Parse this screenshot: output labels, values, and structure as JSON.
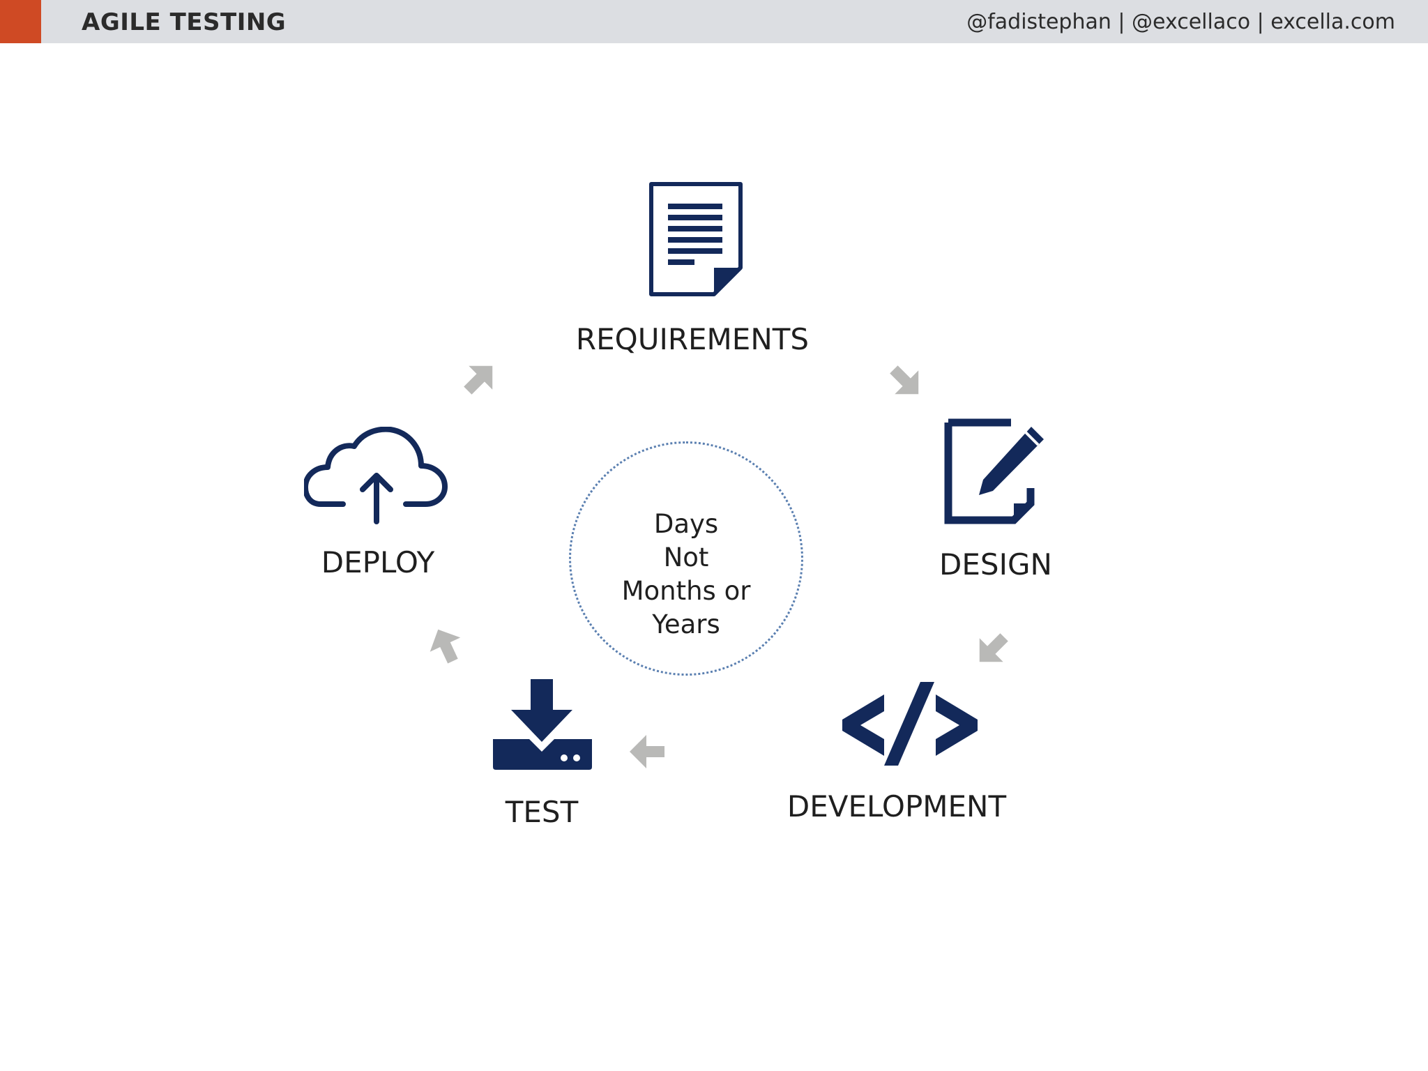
{
  "header": {
    "title": "AGILE TESTING",
    "credits": "@fadistephan | @excellaco | excella.com",
    "accent_color": "#cf4a24",
    "background_color": "#dcdee2"
  },
  "cycle": {
    "icon_color": "#13295a",
    "arrow_color": "#b9b9b7",
    "stages": [
      {
        "label": "REQUIREMENTS",
        "icon": "document-icon"
      },
      {
        "label": "DESIGN",
        "icon": "edit-icon"
      },
      {
        "label": "DEVELOPMENT",
        "icon": "code-icon"
      },
      {
        "label": "TEST",
        "icon": "download-tray-icon"
      },
      {
        "label": "DEPLOY",
        "icon": "cloud-upload-icon"
      }
    ],
    "center_lines": [
      "Days",
      "Not",
      "Months or",
      "Years"
    ]
  }
}
